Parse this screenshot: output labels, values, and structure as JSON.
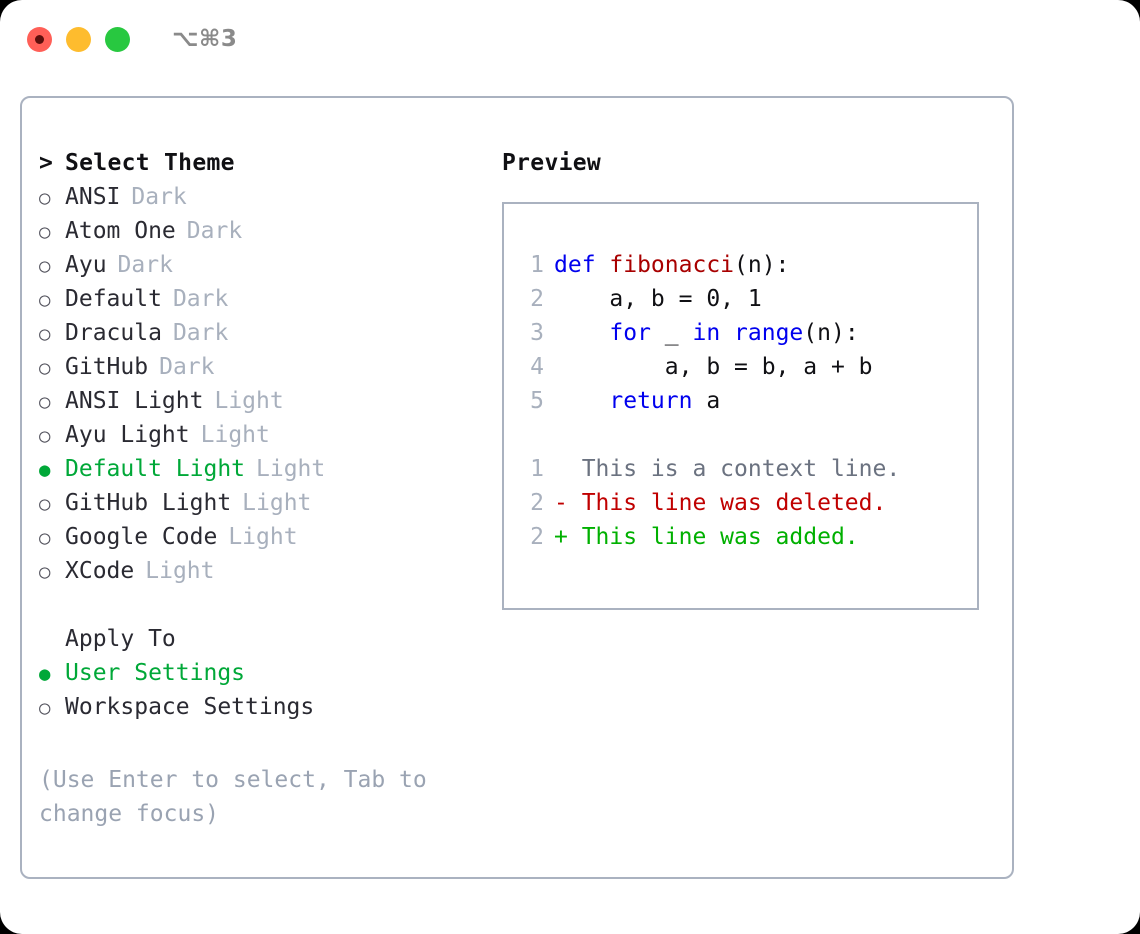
{
  "window": {
    "title": "⌥⌘3",
    "traffic_lights": [
      "close-red",
      "minimize-yellow",
      "maximize-green"
    ]
  },
  "theme_list": {
    "header": {
      "marker": ">",
      "label": "Select Theme"
    },
    "items": [
      {
        "marker": "○",
        "label": "ANSI",
        "tag": "Dark",
        "selected": false
      },
      {
        "marker": "○",
        "label": "Atom One",
        "tag": "Dark",
        "selected": false
      },
      {
        "marker": "○",
        "label": "Ayu",
        "tag": "Dark",
        "selected": false
      },
      {
        "marker": "○",
        "label": "Default",
        "tag": "Dark",
        "selected": false
      },
      {
        "marker": "○",
        "label": "Dracula",
        "tag": "Dark",
        "selected": false
      },
      {
        "marker": "○",
        "label": "GitHub",
        "tag": "Dark",
        "selected": false
      },
      {
        "marker": "○",
        "label": "ANSI Light",
        "tag": "Light",
        "selected": false
      },
      {
        "marker": "○",
        "label": "Ayu Light",
        "tag": "Light",
        "selected": false
      },
      {
        "marker": "●",
        "label": "Default Light",
        "tag": "Light",
        "selected": true
      },
      {
        "marker": "○",
        "label": "GitHub Light",
        "tag": "Light",
        "selected": false
      },
      {
        "marker": "○",
        "label": "Google Code",
        "tag": "Light",
        "selected": false
      },
      {
        "marker": "○",
        "label": "XCode",
        "tag": "Light",
        "selected": false
      }
    ]
  },
  "apply_to": {
    "header": "Apply To",
    "options": [
      {
        "marker": "●",
        "label": "User Settings",
        "selected": true
      },
      {
        "marker": "○",
        "label": "Workspace Settings",
        "selected": false
      }
    ]
  },
  "hint": "(Use Enter to select, Tab to change focus)",
  "preview": {
    "title": "Preview",
    "code_lines": [
      {
        "lineno": "1",
        "tokens": [
          {
            "text": "def ",
            "type": "kw"
          },
          {
            "text": "fibonacci",
            "type": "fn"
          },
          {
            "text": "(n):",
            "type": "plain"
          }
        ]
      },
      {
        "lineno": "2",
        "tokens": [
          {
            "text": "    a, b = 0, 1",
            "type": "plain"
          }
        ]
      },
      {
        "lineno": "3",
        "tokens": [
          {
            "text": "    ",
            "type": "plain"
          },
          {
            "text": "for",
            "type": "kw"
          },
          {
            "text": " _ ",
            "type": "plain"
          },
          {
            "text": "in",
            "type": "kw"
          },
          {
            "text": " ",
            "type": "plain"
          },
          {
            "text": "range",
            "type": "kw"
          },
          {
            "text": "(n):",
            "type": "plain"
          }
        ]
      },
      {
        "lineno": "4",
        "tokens": [
          {
            "text": "        a, b = b, a + b",
            "type": "plain"
          }
        ]
      },
      {
        "lineno": "5",
        "tokens": [
          {
            "text": "    ",
            "type": "plain"
          },
          {
            "text": "return",
            "type": "kw"
          },
          {
            "text": " a",
            "type": "plain"
          }
        ]
      }
    ],
    "diff_lines": [
      {
        "lineno": "1",
        "text": "  This is a context line.",
        "kind": "context"
      },
      {
        "lineno": "2",
        "text": "- This line was deleted.",
        "kind": "del"
      },
      {
        "lineno": "2",
        "text": "+ This line was added.",
        "kind": "add"
      }
    ]
  },
  "colors": {
    "accent_green": "#00a838",
    "diff_add": "#00b000",
    "diff_del": "#c00000",
    "keyword_blue": "#0000ee",
    "function_red": "#a80000",
    "muted": "#a8b0bd",
    "border": "#aab2c0"
  }
}
